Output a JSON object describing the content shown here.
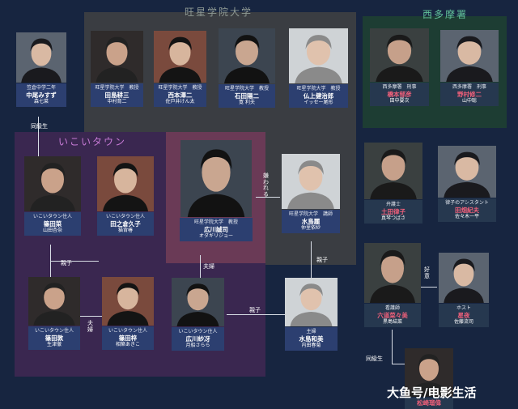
{
  "regions": {
    "university": {
      "title": "旺星学院大学",
      "color": "#6d7a74"
    },
    "nishitama": {
      "title": "西多摩署",
      "color": "#62c39a"
    },
    "ikoi": {
      "title": "いこいタウン",
      "color": "#c77bd6"
    }
  },
  "people": [
    {
      "id": "nakao",
      "role": "笠倉中学二年",
      "name": "中尾みすず",
      "actor": "森七菜",
      "style": "blue"
    },
    {
      "id": "tajima",
      "role": "旺星学院大学　教授",
      "name": "田島耕三",
      "actor": "中村育二",
      "style": "blue"
    },
    {
      "id": "nishimoto",
      "role": "旺星学院大学　教授",
      "name": "西本澤二",
      "actor": "佐戸井けん太",
      "style": "blue"
    },
    {
      "id": "ishida",
      "role": "旺星学院大学　教授",
      "name": "石田陽二",
      "actor": "寛 利夫",
      "style": "blue"
    },
    {
      "id": "nikami",
      "role": "旺星学院大学　教授",
      "name": "仏上健治郎",
      "actor": "イッセー尾形",
      "style": "blue"
    },
    {
      "id": "kashimoto",
      "role": "西多摩署　刑事",
      "name": "橋本郁彦",
      "actor": "田中要次",
      "style": "pink"
    },
    {
      "id": "noda",
      "role": "西多摩署　刑事",
      "name": "野村修二",
      "actor": "山中聡",
      "style": "pink"
    },
    {
      "id": "shinoda_na",
      "role": "いこいタウン住人",
      "name": "篠田菜",
      "actor": "山田杏奈",
      "style": "blue"
    },
    {
      "id": "tanokura",
      "role": "いこいタウン住人",
      "name": "田之倉久子",
      "actor": "猫背椿",
      "style": "blue"
    },
    {
      "id": "hirokawa_seiji",
      "role": "旺星学院大学　教授",
      "name": "広川誠司",
      "actor": "オダギリジョー",
      "style": "blue"
    },
    {
      "id": "mizushima_rei",
      "role": "旺星学院大学　講師",
      "name": "水島麗",
      "actor": "仲里依紗",
      "style": "blue"
    },
    {
      "id": "tsuchida",
      "role": "弁護士",
      "name": "土田律子",
      "actor": "真琴つばさ",
      "style": "pink"
    },
    {
      "id": "tabata",
      "role": "律子のアシスタント",
      "name": "田畑紀夫",
      "actor": "佐々木一平",
      "style": "pink"
    },
    {
      "id": "shinoda_atsushi",
      "role": "いこいタウン住人",
      "name": "篠田敦",
      "actor": "生津徹",
      "style": "blue"
    },
    {
      "id": "shinoda_azusa",
      "role": "いこいタウン住人",
      "name": "篠田梓",
      "actor": "相築あきこ",
      "style": "blue"
    },
    {
      "id": "hirokawa_sae",
      "role": "いこいタウン住人",
      "name": "広川紗冴",
      "actor": "月船さらら",
      "style": "blue"
    },
    {
      "id": "mizushima_kazumi",
      "role": "主婦",
      "name": "水島和美",
      "actor": "内田春菊",
      "style": "blue"
    },
    {
      "id": "rokudo",
      "role": "看護師",
      "name": "六道菜々美",
      "actor": "黒島結菜",
      "style": "pink"
    },
    {
      "id": "seiya",
      "role": "ホスト",
      "name": "星夜",
      "actor": "佐藤流司",
      "style": "pink"
    },
    {
      "id": "bottom",
      "role": "",
      "name": "松崎瑠偉",
      "actor": "",
      "style": "pink"
    }
  ],
  "labels": {
    "doukyusei1": "同級生",
    "kirawareru": "嫌われる",
    "oyako1": "親子",
    "fuufu1": "夫婦",
    "fuufu2": "夫婦",
    "oyako2": "親子",
    "oyako3": "親子",
    "koui": "好意",
    "doukyusei2": "同級生"
  },
  "watermark": "大鱼号/电影生活"
}
